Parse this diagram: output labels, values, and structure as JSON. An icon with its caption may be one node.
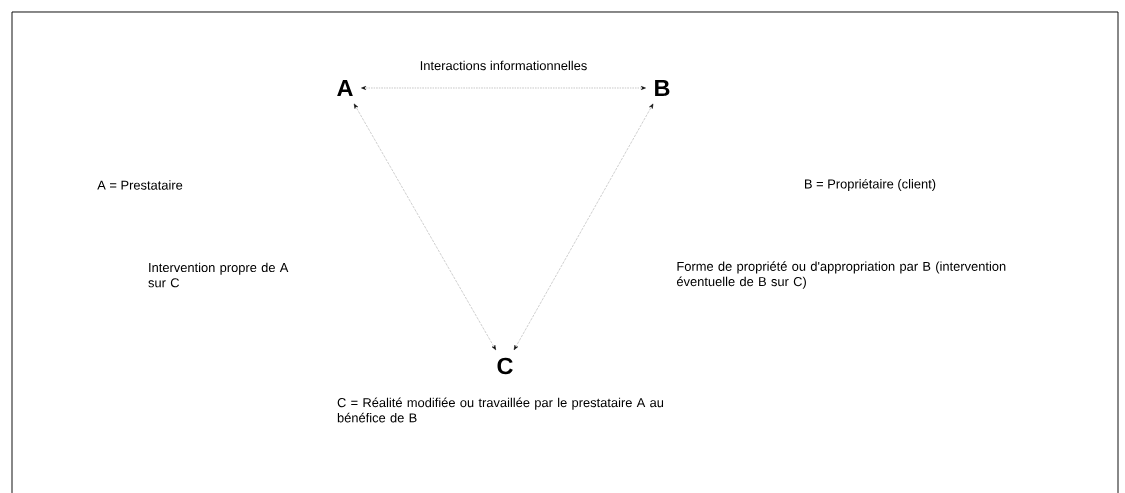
{
  "diagram": {
    "nodes": [
      {
        "text": [
          "A"
        ]
      },
      {
        "text": [
          "B"
        ]
      },
      {
        "text": [
          "C"
        ]
      }
    ],
    "edges": [
      {
        "from": 0,
        "to": 1,
        "arrow": "both",
        "label": "Interactions informationnelles",
        "style": "dashed"
      },
      {
        "from": 0,
        "to": 2,
        "arrow": "both",
        "style": "dashed"
      },
      {
        "from": 1,
        "to": 2,
        "arrow": "both",
        "style": "dashed"
      }
    ],
    "labels": [
      "A = Prestataire",
      "B = Propriétaire (client)",
      "Intervention propre de A sur C",
      "Forme de propriété ou d'appropriation par B (intervention éventuelle de B sur C)",
      "C = Réalité modifiée ou travaillée par le prestataire A au bénéfice de B"
    ]
  }
}
